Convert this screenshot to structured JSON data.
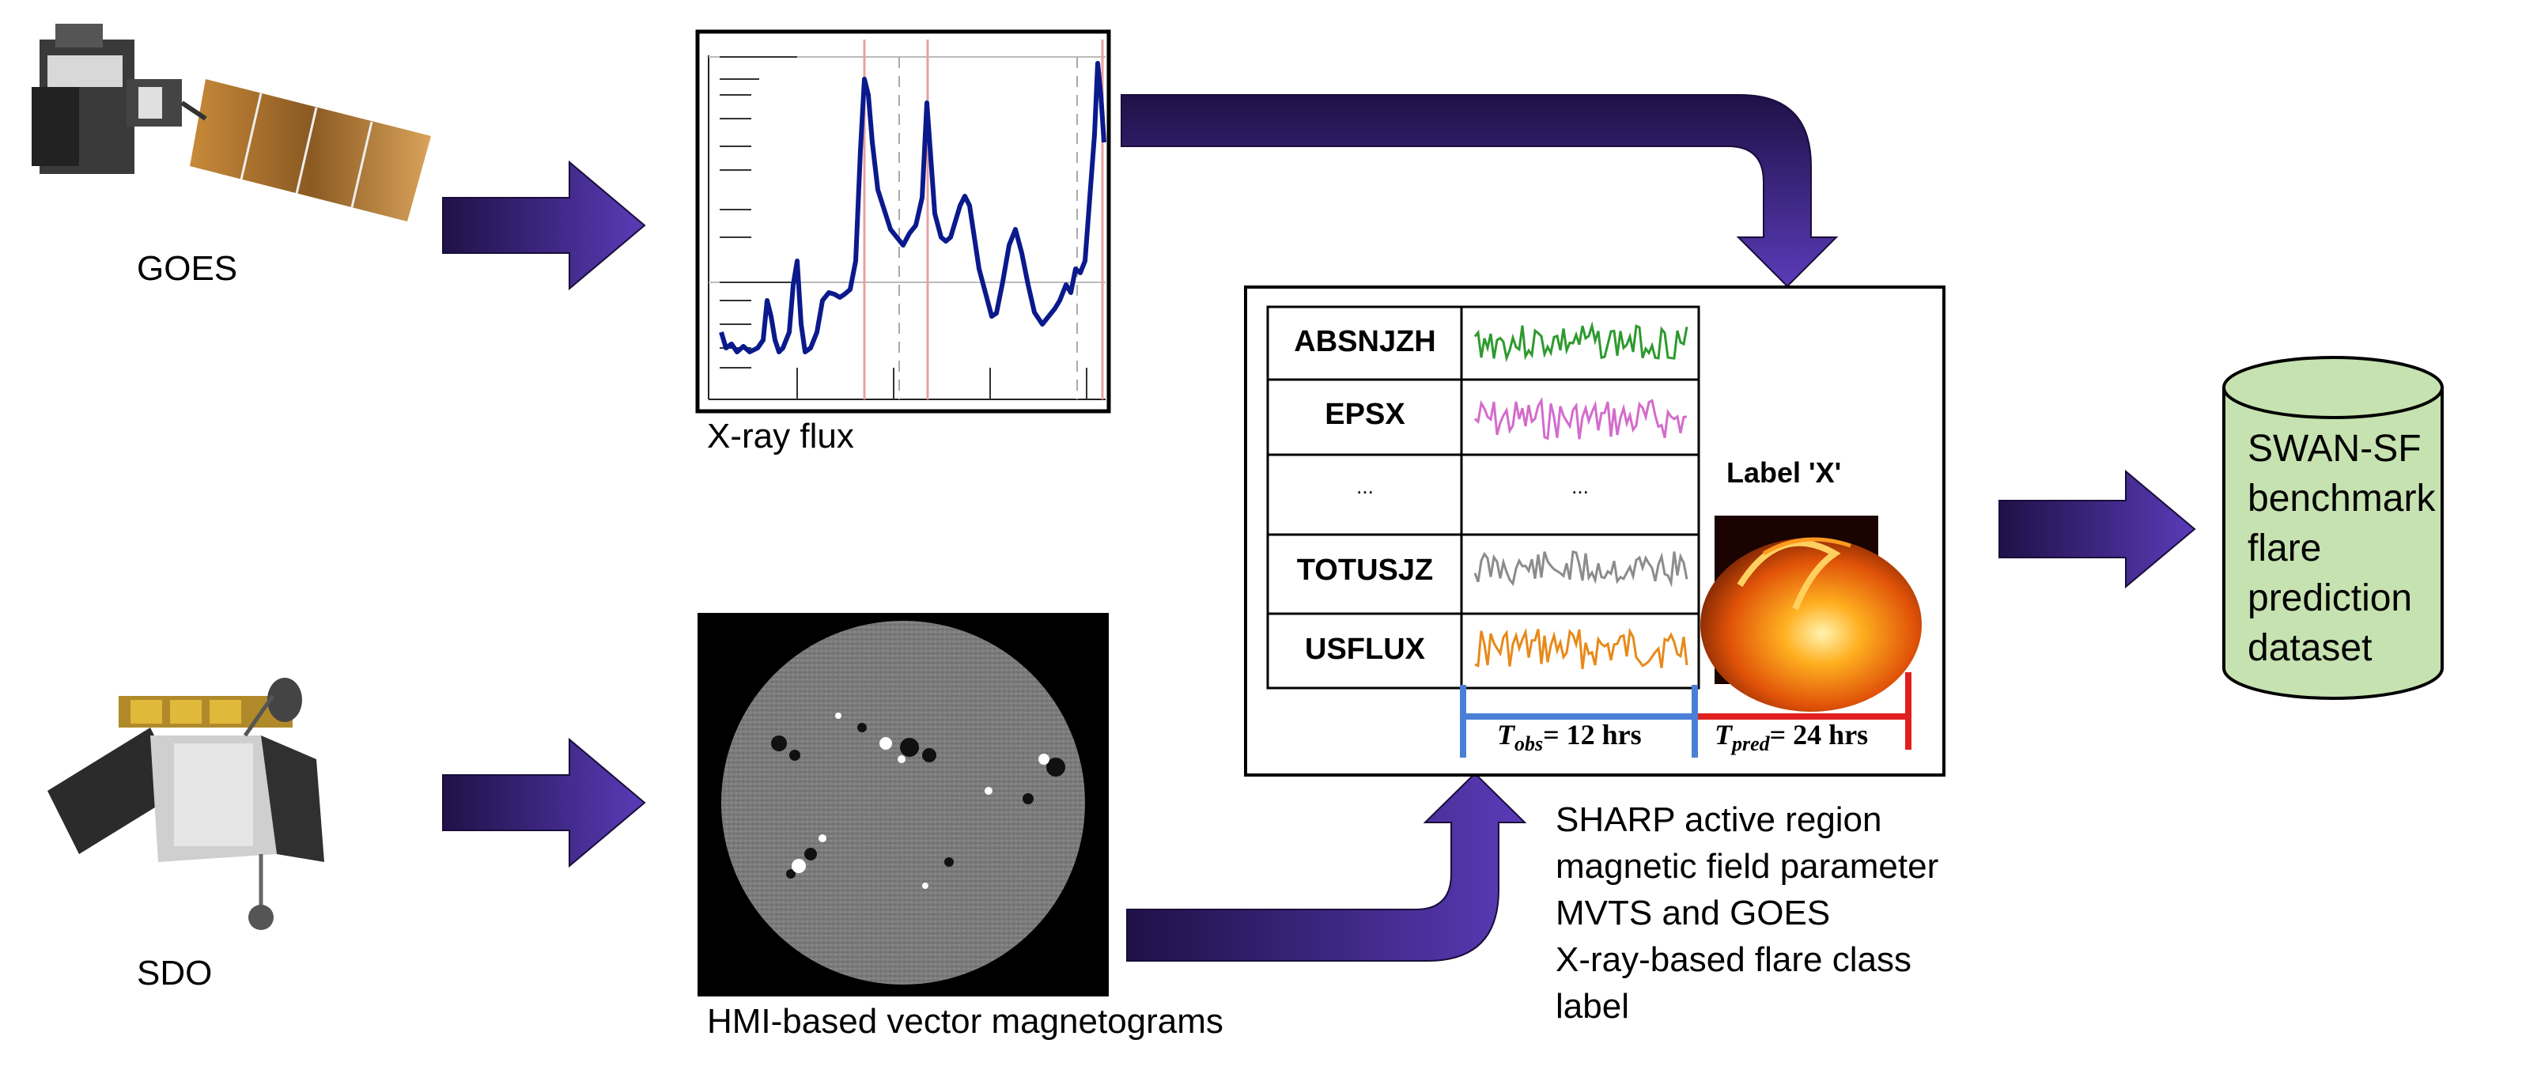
{
  "sources": {
    "goes_label": "GOES",
    "sdo_label": "SDO"
  },
  "xray": {
    "caption": "X-ray flux"
  },
  "magnetogram": {
    "caption": "HMI-based vector magnetograms"
  },
  "panel": {
    "rows": [
      {
        "param": "ABSNJZH",
        "color": "#2e9a2e"
      },
      {
        "param": "EPSX",
        "color": "#d46bcc"
      },
      {
        "param": "...",
        "color": "#000000"
      },
      {
        "param": "TOTUSJZ",
        "color": "#8c8c8c"
      },
      {
        "param": "USFLUX",
        "color": "#e8891a"
      }
    ],
    "ellipsis": "...",
    "label_title": "Label 'X'",
    "t_obs_main": "T",
    "t_obs_sub": "obs",
    "t_obs_value": "= 12 hrs",
    "t_pred_main": "T",
    "t_pred_sub": "pred",
    "t_pred_value": "= 24 hrs",
    "obs_color": "#4a7fd6",
    "pred_color": "#e0201e"
  },
  "sharp_caption": [
    "SHARP active region",
    "magnetic field parameter",
    "MVTS and GOES",
    "X-ray-based flare class",
    "label"
  ],
  "dataset": {
    "lines": [
      "SWAN-SF",
      "benchmark",
      "flare",
      "prediction",
      "dataset"
    ],
    "fill": "#c6e2b0",
    "stroke": "#000000"
  },
  "colors": {
    "arrow_dark": "#1f1147",
    "arrow_light": "#5a3bb8",
    "flux_line": "#0a1a8c",
    "flare_mark": "#e8a0a0"
  }
}
